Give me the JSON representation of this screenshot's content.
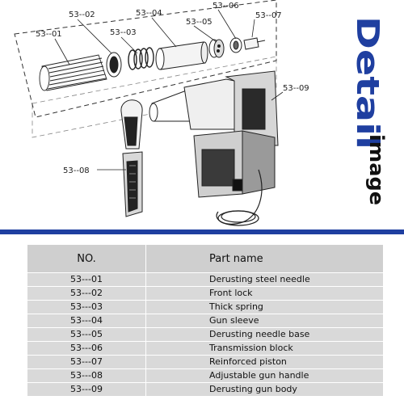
{
  "callouts": [
    "53--01",
    "53--02",
    "53--03",
    "53--04",
    "53--05",
    "53--06",
    "53--07",
    "53--08",
    "53--09"
  ],
  "side_title": {
    "word1": "Detail",
    "word2": "image",
    "color_word1": "#1f3fa0",
    "color_word2": "#111111"
  },
  "table": {
    "headers": [
      "NO.",
      "Part name"
    ],
    "rows": [
      {
        "no": "53---01",
        "name": "Derusting steel needle"
      },
      {
        "no": "53---02",
        "name": "Front lock"
      },
      {
        "no": "53---03",
        "name": "Thick spring"
      },
      {
        "no": "53---04",
        "name": "Gun sleeve"
      },
      {
        "no": "53---05",
        "name": "Derusting needle base"
      },
      {
        "no": "53---06",
        "name": "Transmission block"
      },
      {
        "no": "53---07",
        "name": "Reinforced piston"
      },
      {
        "no": "53---08",
        "name": "Adjustable gun handle"
      },
      {
        "no": "53---09",
        "name": "Derusting gun body"
      }
    ]
  },
  "colors": {
    "divider": "#1f3fa0",
    "header_bg": "#cfcfcf",
    "row_bg": "#d9d9d9"
  }
}
